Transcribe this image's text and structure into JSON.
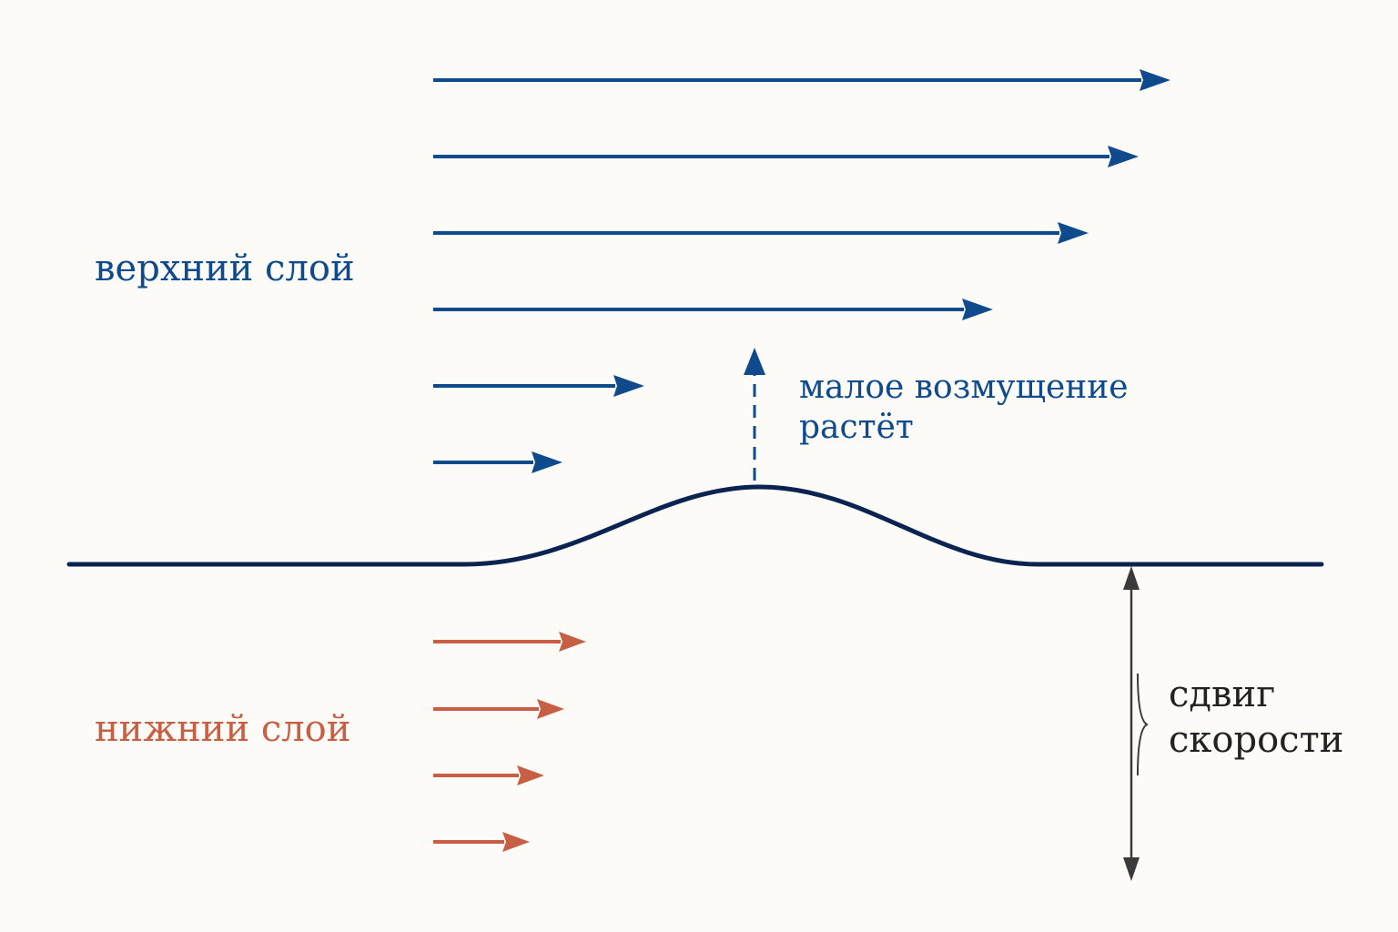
{
  "labels": {
    "upper_layer": "верхний слой",
    "lower_layer": "нижний слой",
    "perturbation_line1": "малое возмущение",
    "perturbation_line2": "растёт",
    "shear_line1": "сдвиг",
    "shear_line2": "скорости"
  },
  "colors": {
    "background": "#fcfbf7",
    "upper": "#0e4a8c",
    "lower": "#c85f45",
    "interface": "#0b2350",
    "shear": "#3a3a3a",
    "text_dark": "#222222"
  },
  "flow": {
    "upper_arrow_lengths": [
      810,
      775,
      720,
      615,
      232,
      142
    ],
    "lower_arrow_lengths": [
      168,
      144,
      122,
      106
    ]
  }
}
